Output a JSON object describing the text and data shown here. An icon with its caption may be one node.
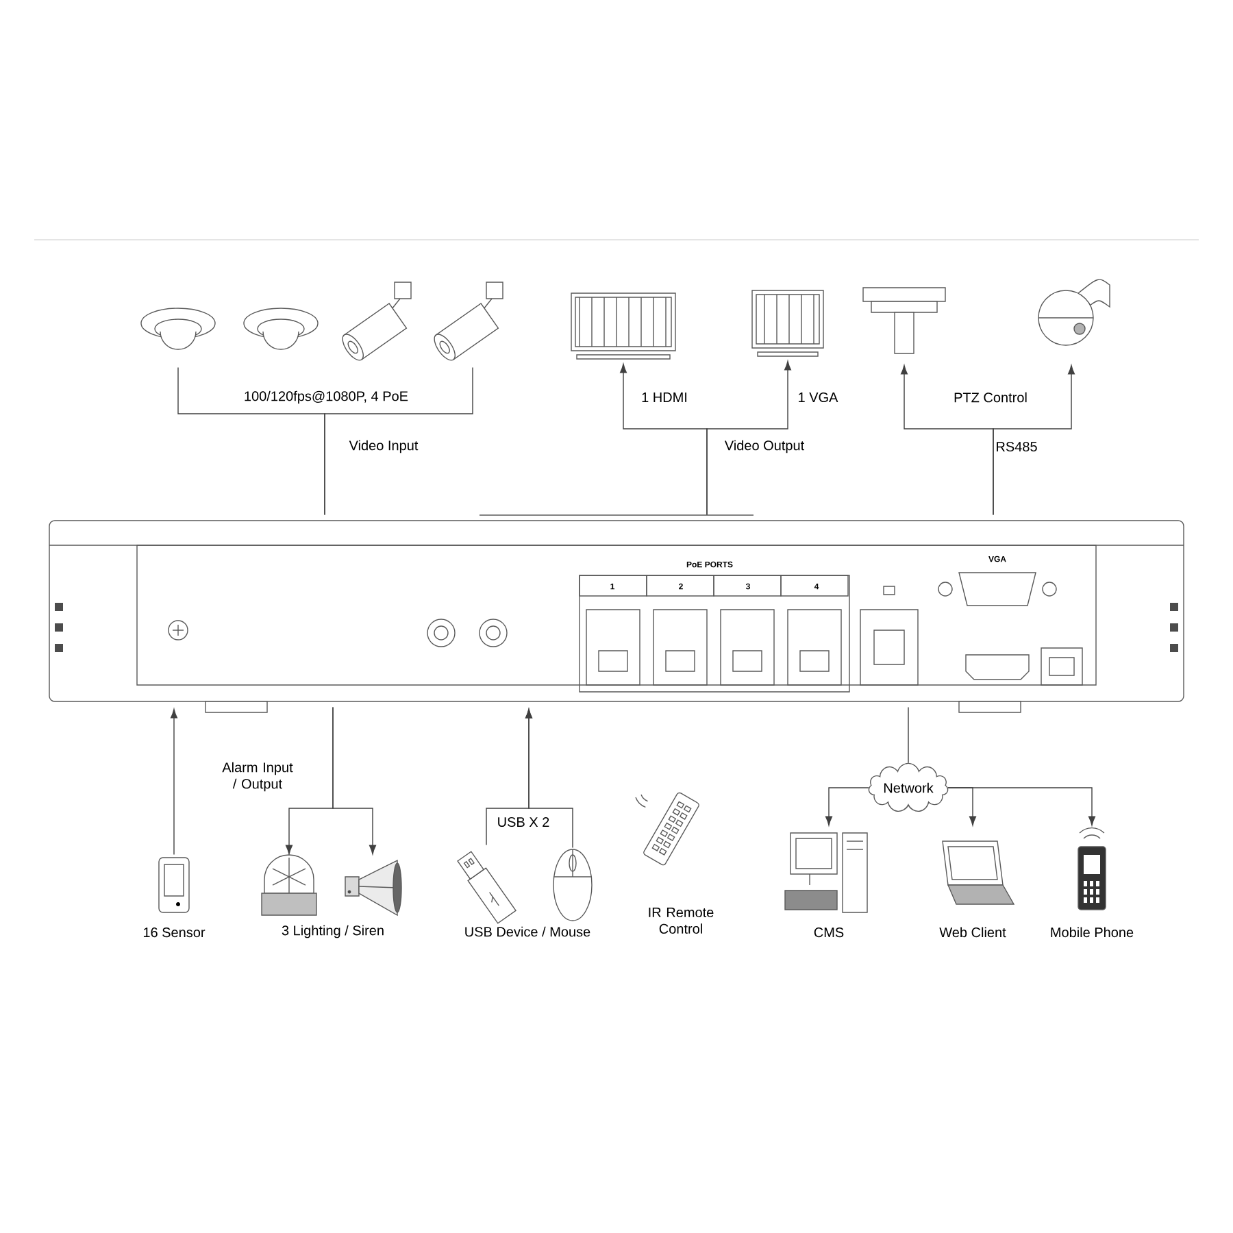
{
  "diagram": {
    "nodes": [
      {
        "text": [],
        "shape": "picture"
      },
      {
        "text": [],
        "shape": "picture"
      },
      {
        "text": [],
        "shape": "picture"
      },
      {
        "text": [],
        "shape": "picture"
      },
      {
        "text": [],
        "shape": "picture"
      },
      {
        "text": [],
        "shape": "picture"
      },
      {
        "text": [],
        "shape": "picture"
      },
      {
        "text": [],
        "shape": "picture"
      },
      {
        "text": [],
        "shape": "picture"
      },
      {
        "text": [
          "Network"
        ]
      },
      {
        "text": [
          "16 Sensor"
        ]
      },
      {
        "text": [],
        "shape": "picture"
      },
      {
        "text": [],
        "shape": "picture"
      },
      {
        "text": [],
        "shape": "picture"
      },
      {
        "text": [],
        "shape": "picture"
      },
      {
        "text": [
          "IR Remote Control"
        ]
      },
      {
        "text": [
          "CMS"
        ]
      },
      {
        "text": [
          "Web Client"
        ]
      },
      {
        "text": [
          "Mobile Phone"
        ]
      }
    ],
    "edges": [
      {
        "from": 0,
        "to": 8,
        "arrow": "none"
      },
      {
        "from": 3,
        "to": 8,
        "arrow": "none"
      },
      {
        "from": 8,
        "to": 4,
        "arrow": "to",
        "label": "1 HDMI"
      },
      {
        "from": 8,
        "to": 5,
        "arrow": "to",
        "label": "1 VGA"
      },
      {
        "from": 8,
        "to": 6,
        "arrow": "to"
      },
      {
        "from": 8,
        "to": 7,
        "arrow": "to"
      },
      {
        "from": 10,
        "to": 8,
        "arrow": "to"
      },
      {
        "from": 8,
        "to": 11,
        "arrow": "to"
      },
      {
        "from": 8,
        "to": 12,
        "arrow": "to"
      },
      {
        "from": 13,
        "to": 8,
        "arrow": "to"
      },
      {
        "from": 14,
        "to": 8,
        "arrow": "to"
      },
      {
        "from": 8,
        "to": 9,
        "arrow": "none"
      },
      {
        "from": 9,
        "to": 16,
        "arrow": "to"
      },
      {
        "from": 9,
        "to": 17,
        "arrow": "to"
      },
      {
        "from": 9,
        "to": 18,
        "arrow": "to"
      }
    ],
    "labels": [
      "100/120fps@1080P, 4 PoE",
      "PTZ Control",
      "Video Input",
      "Video Output",
      "RS485",
      "VGA",
      "PoE PORTS",
      "1",
      "2",
      "3",
      "4",
      "Alarm Input / Output",
      "USB X 2",
      "3 Lighting / Siren",
      "USB Device / Mouse"
    ]
  }
}
